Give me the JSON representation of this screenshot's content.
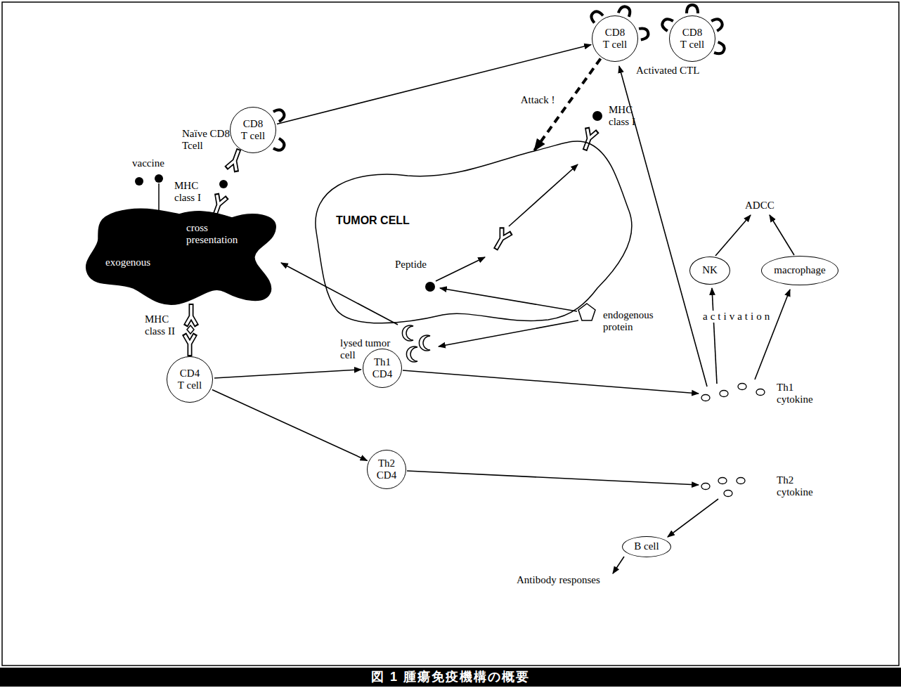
{
  "diagram": {
    "caption": "図 1 腫瘍免疫機構の概要",
    "nodes": [
      {
        "text": [
          "cross presentation",
          "exogenous"
        ]
      },
      {
        "text": [
          "Naïve CD8 Tcell",
          "CD8 T cell"
        ]
      },
      {
        "text": [
          "CD8 T cell"
        ]
      },
      {
        "text": [
          "CD8 T cell"
        ]
      },
      {
        "text": [
          "TUMOR CELL"
        ]
      },
      {
        "text": [
          "NK"
        ]
      },
      {
        "text": [
          "macrophage"
        ]
      },
      {
        "text": [
          "CD4 T cell"
        ]
      },
      {
        "text": [
          "Th1 CD4"
        ]
      },
      {
        "text": [
          "Th2 CD4"
        ]
      },
      {
        "text": [
          "B cell"
        ]
      }
    ],
    "edges": [
      {
        "from": 1,
        "to": 2,
        "arrow": "to"
      },
      {
        "from": 2,
        "to": 4,
        "label": "Attack !",
        "arrow": "to"
      },
      {
        "from": 7,
        "to": 8,
        "arrow": "to"
      },
      {
        "from": 7,
        "to": 9,
        "arrow": "to"
      }
    ],
    "labels": [
      "vaccine",
      "MHC class I",
      "Activated CTL",
      "MHC class I",
      "Peptide",
      "endogenous protein",
      "MHC class II",
      "lysed tumor cell",
      "ADCC",
      "activation",
      "Th1 cytokine",
      "Th2 cytokine",
      "Antibody responses"
    ]
  }
}
